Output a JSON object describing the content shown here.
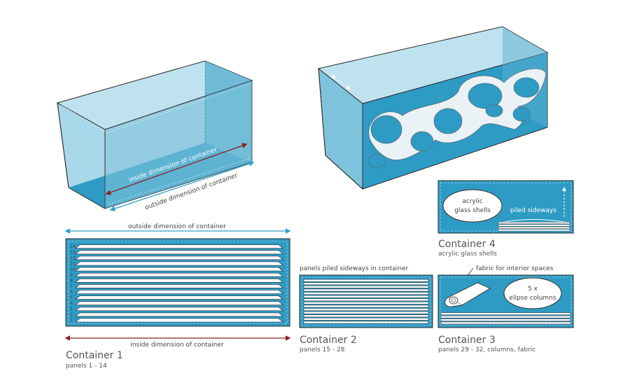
{
  "colors": {
    "blue": "#2e9bc4",
    "blue_light": "#7fc3dc",
    "blue_pale": "#a9d8ea",
    "stroke": "#2b2b2b",
    "arrow_teal": "#2f9fc8",
    "arrow_red": "#8a2222"
  },
  "box1": {
    "inside_label": "inside dimension of container",
    "outside_label": "outside dimension of container"
  },
  "container1": {
    "top_label": "outside dimension of container",
    "bottom_label": "inside dimension of container",
    "title": "Container 1",
    "subtitle": "panels 1 - 14",
    "panel_numbers": [
      "1",
      "2",
      "3",
      "4",
      "5",
      "6",
      "7",
      "8",
      "9",
      "10",
      "11",
      "12",
      "13",
      "14"
    ]
  },
  "container2": {
    "top_label": "panels piled sideways in container",
    "title": "Container 2",
    "subtitle": "panels 15 - 28"
  },
  "container3": {
    "top_label": "fabric for interior spaces",
    "ellipse_line1": "5 x",
    "ellipse_line2": "elipse columns",
    "title": "Container 3",
    "subtitle": "panels 29 - 32, columns, fabric"
  },
  "container4": {
    "ellipse_line1": "acrylic",
    "ellipse_line2": "glass shells",
    "piled_label": "piled sideways",
    "title": "Container 4",
    "subtitle": "acrylic glass shells"
  }
}
